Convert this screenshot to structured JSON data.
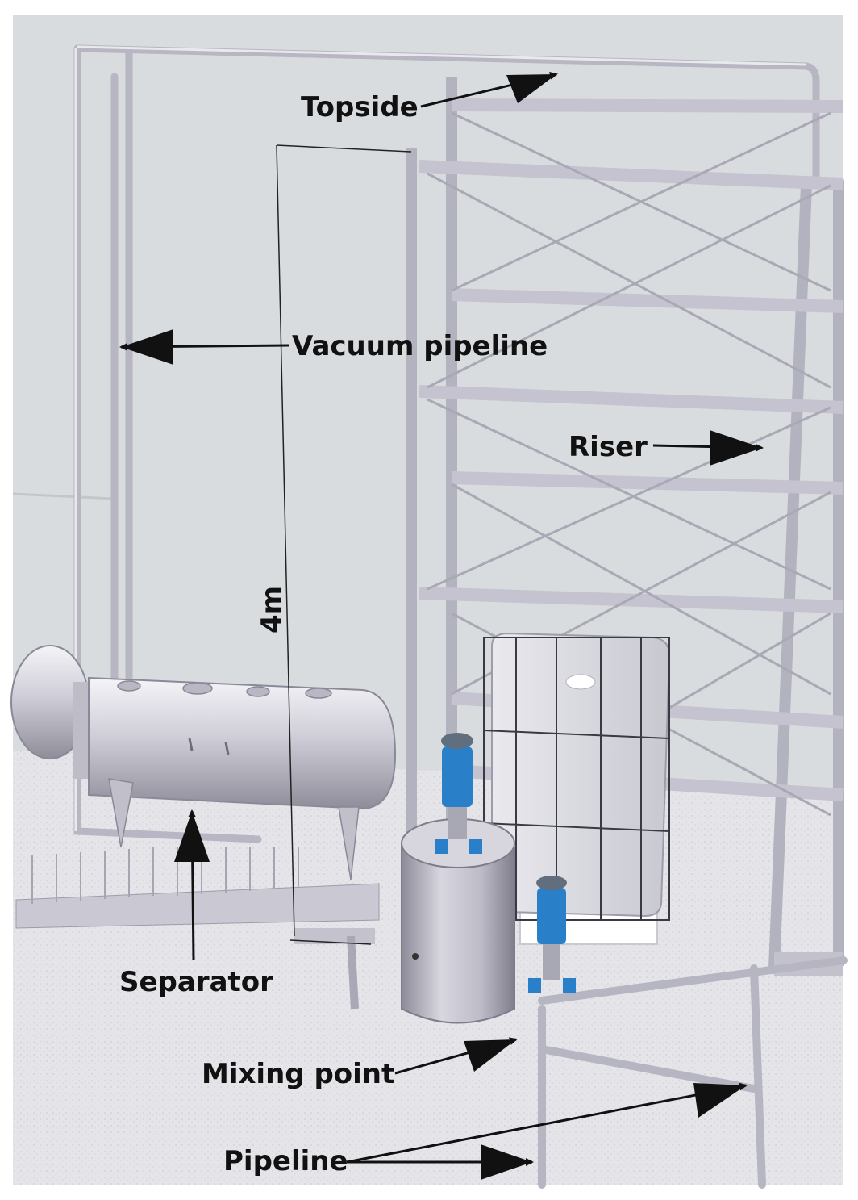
{
  "labels": {
    "topside": "Topside",
    "vacuum_pipeline": "Vacuum pipeline",
    "riser": "Riser",
    "separator": "Separator",
    "mixing_point": "Mixing point",
    "pipeline": "Pipeline"
  },
  "dimension": {
    "height_label": "4m"
  },
  "colors": {
    "wall": "#d9dcdf",
    "floor": "#e6e6ea",
    "steel": "#c9c8d2",
    "steel_dark": "#9a99a6",
    "pump_blue": "#2a7fc9",
    "arrow": "#111111"
  }
}
